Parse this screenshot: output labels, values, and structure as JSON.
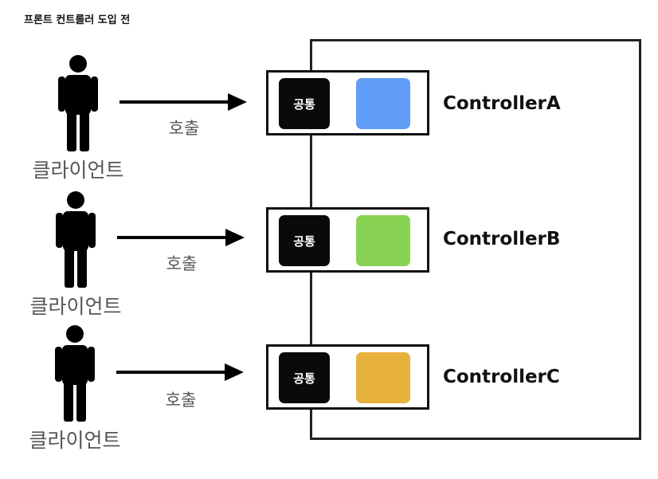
{
  "title": "프론트 컨트롤러 도입 전",
  "rows": [
    {
      "client": "클라이언트",
      "call": "호출",
      "common": "공통",
      "controller": "ControllerA",
      "color": "#5f9df7"
    },
    {
      "client": "클라이언트",
      "call": "호출",
      "common": "공통",
      "controller": "ControllerB",
      "color": "#88d353"
    },
    {
      "client": "클라이언트",
      "call": "호출",
      "common": "공통",
      "controller": "ControllerC",
      "color": "#e8b03d"
    }
  ]
}
